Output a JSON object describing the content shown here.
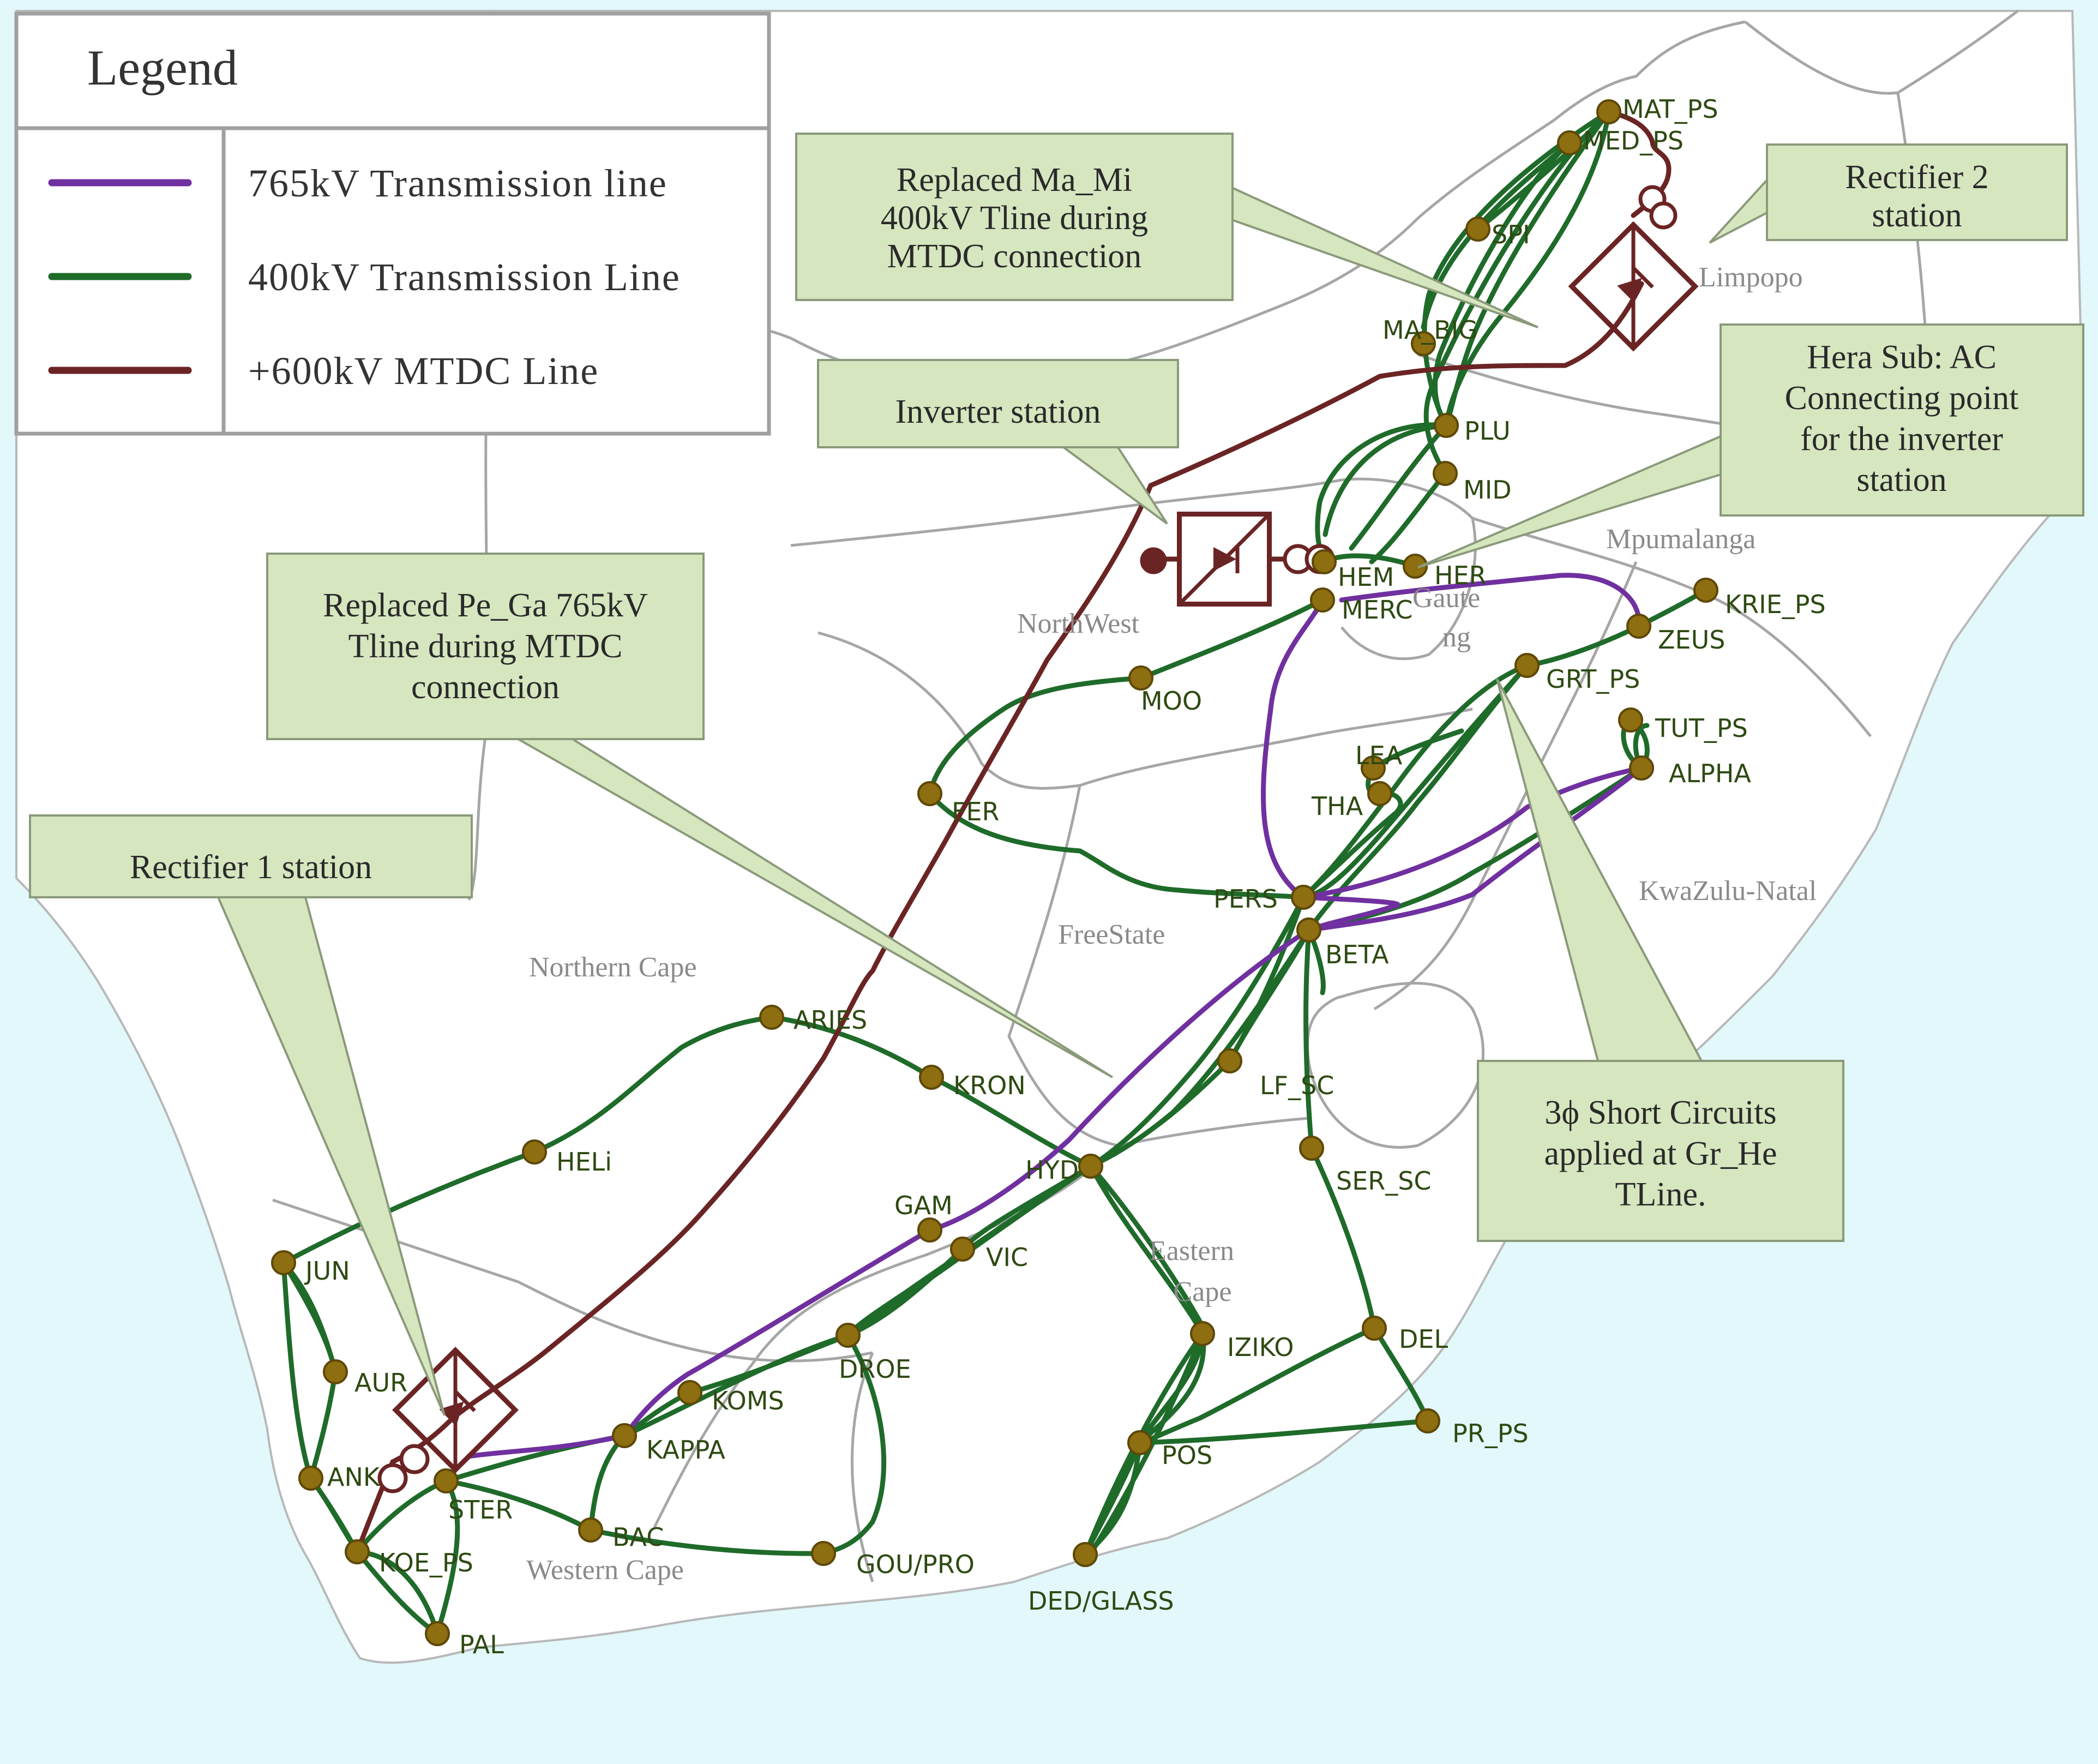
{
  "colors": {
    "ocean": "#e2f8fb",
    "land": "#ffffff",
    "border": "#a6a6a6",
    "line_765": "#7030a0",
    "line_400": "#1f6b2a",
    "line_mtdc": "#6b2424",
    "bus_fill": "#8d6e10",
    "bus_stroke": "#5e4808",
    "callout_fill": "#d6e6bf",
    "callout_stroke": "#8a9a7a",
    "bus_text": "#2e4a12",
    "region_text": "#8a8a8a"
  },
  "legend": {
    "title": "Legend",
    "items": [
      {
        "label": "765kV Transmission line",
        "color": "#7030a0"
      },
      {
        "label": "400kV Transmission Line",
        "color": "#1f6b2a"
      },
      {
        "label": "+600kV MTDC Line",
        "color": "#6b2424"
      }
    ]
  },
  "regions": [
    {
      "id": "limpopo",
      "lines": [
        "Limpopo"
      ]
    },
    {
      "id": "mpumalanga",
      "lines": [
        "Mpumalanga"
      ]
    },
    {
      "id": "northwest",
      "lines": [
        "NorthWest"
      ]
    },
    {
      "id": "gauteng",
      "lines": [
        "Gaute",
        "ng"
      ]
    },
    {
      "id": "kwazulu-natal",
      "lines": [
        "KwaZulu-Natal"
      ]
    },
    {
      "id": "freestate",
      "lines": [
        "FreeState"
      ]
    },
    {
      "id": "northern-cape",
      "lines": [
        "Northern Cape"
      ]
    },
    {
      "id": "eastern-cape",
      "lines": [
        "Eastern",
        "Cape"
      ]
    },
    {
      "id": "western-cape",
      "lines": [
        "Western Cape"
      ]
    }
  ],
  "buses": [
    {
      "id": "mat-ps",
      "label": "MAT_PS"
    },
    {
      "id": "med-ps",
      "label": "MED_PS"
    },
    {
      "id": "spi",
      "label": "SPI"
    },
    {
      "id": "ma-big",
      "label": "MA_BIG"
    },
    {
      "id": "plu",
      "label": "PLU"
    },
    {
      "id": "mid",
      "label": "MID"
    },
    {
      "id": "hem",
      "label": "HEM"
    },
    {
      "id": "her",
      "label": "HER"
    },
    {
      "id": "merc",
      "label": "MERC"
    },
    {
      "id": "krie-ps",
      "label": "KRIE_PS"
    },
    {
      "id": "zeus",
      "label": "ZEUS"
    },
    {
      "id": "grt-ps",
      "label": "GRT_PS"
    },
    {
      "id": "tut-ps",
      "label": "TUT_PS"
    },
    {
      "id": "alpha",
      "label": "ALPHA"
    },
    {
      "id": "moo",
      "label": "MOO"
    },
    {
      "id": "fer",
      "label": "FER"
    },
    {
      "id": "lea",
      "label": "LEA"
    },
    {
      "id": "tha",
      "label": "THA"
    },
    {
      "id": "pers",
      "label": "PERS"
    },
    {
      "id": "beta",
      "label": "BETA"
    },
    {
      "id": "aries",
      "label": "ARIES"
    },
    {
      "id": "kron",
      "label": "KRON"
    },
    {
      "id": "lf-sc",
      "label": "LF_SC"
    },
    {
      "id": "heli",
      "label": "HELi"
    },
    {
      "id": "hyd",
      "label": "HYD"
    },
    {
      "id": "ser-sc",
      "label": "SER_SC"
    },
    {
      "id": "gam",
      "label": "GAM"
    },
    {
      "id": "vic",
      "label": "VIC"
    },
    {
      "id": "jun",
      "label": "JUN"
    },
    {
      "id": "iziko",
      "label": "IZIKO"
    },
    {
      "id": "del",
      "label": "DEL"
    },
    {
      "id": "droe",
      "label": "DROE"
    },
    {
      "id": "aur",
      "label": "AUR"
    },
    {
      "id": "koms",
      "label": "KOMS"
    },
    {
      "id": "kappa",
      "label": "KAPPA"
    },
    {
      "id": "pr-ps",
      "label": "PR_PS"
    },
    {
      "id": "pos",
      "label": "POS"
    },
    {
      "id": "ank",
      "label": "ANK"
    },
    {
      "id": "ster",
      "label": "STER"
    },
    {
      "id": "bac",
      "label": "BAC"
    },
    {
      "id": "koe-ps",
      "label": "KOE_PS"
    },
    {
      "id": "gou-pro",
      "label": "GOU/PRO"
    },
    {
      "id": "ded-glass",
      "label": "DED/GLASS"
    },
    {
      "id": "pal",
      "label": "PAL"
    }
  ],
  "callouts": [
    {
      "id": "ma-mi",
      "lines": [
        "Replaced Ma_Mi",
        "400kV Tline during",
        "MTDC connection"
      ]
    },
    {
      "id": "rectifier-2",
      "lines": [
        "Rectifier 2",
        "station"
      ]
    },
    {
      "id": "inverter",
      "lines": [
        "Inverter station"
      ]
    },
    {
      "id": "hera-sub",
      "lines": [
        "Hera Sub: AC",
        "Connecting point",
        "for the inverter",
        "station"
      ]
    },
    {
      "id": "pe-ga",
      "lines": [
        "Replaced Pe_Ga 765kV",
        "Tline during MTDC",
        "connection"
      ]
    },
    {
      "id": "rectifier-1",
      "lines": [
        "Rectifier 1 station"
      ]
    },
    {
      "id": "short-circuit",
      "lines": [
        "3ϕ Short Circuits",
        "applied at Gr_He",
        "TLine."
      ]
    }
  ]
}
